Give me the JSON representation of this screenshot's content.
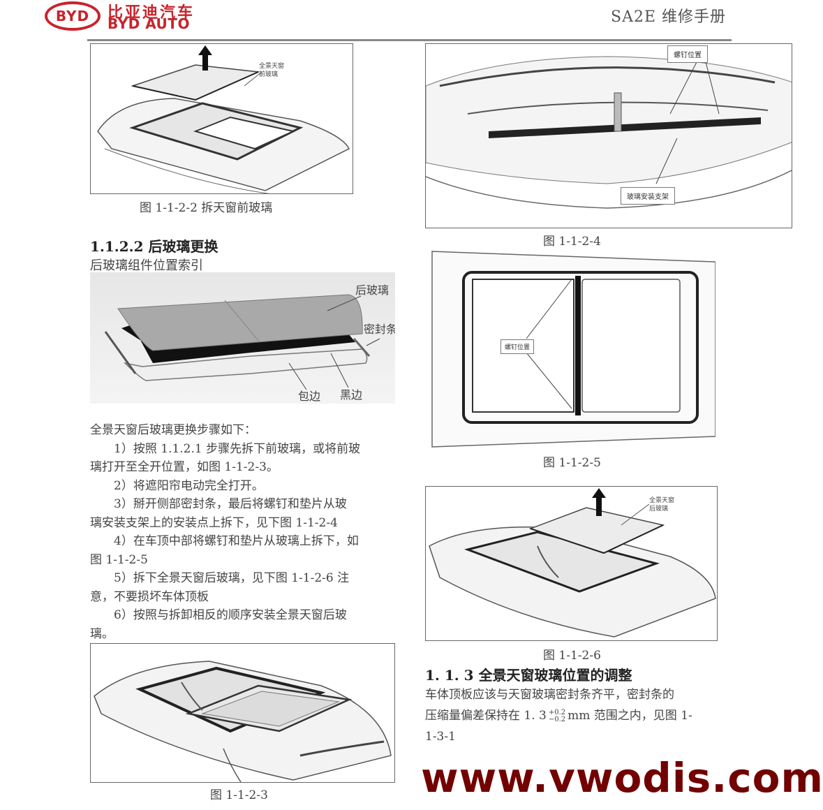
{
  "header": {
    "logo_text": "BYD",
    "brand_cn": "比亚迪汽车",
    "brand_en": "BYD AUTO",
    "manual_title": "SA2E 维修手册",
    "brand_color": "#c8232b"
  },
  "figures": {
    "fig_1_1_2_2": {
      "callout": [
        "全景天窗",
        "前玻璃"
      ],
      "caption": "图 1-1-2-2 拆天窗前玻璃"
    },
    "fig_1_1_2_4": {
      "callout_top": "螺钉位置",
      "callout_bottom": "玻璃安装支架",
      "caption": "图 1-1-2-4"
    },
    "fig_components": {
      "labels": {
        "rear_glass": "后玻璃",
        "seal_strip": "密封条",
        "edge_wrap": "包边",
        "black_edge": "黑边"
      }
    },
    "fig_1_1_2_5": {
      "callout": "螺钉位置",
      "caption": "图 1-1-2-5"
    },
    "fig_1_1_2_6": {
      "callout": [
        "全景天窗",
        "后玻璃"
      ],
      "caption": "图 1-1-2-6"
    },
    "fig_1_1_2_3": {
      "caption": "图 1-1-2-3"
    }
  },
  "section_1_1_2_2": {
    "heading": "1.1.2.2 后玻璃更换",
    "subheading": "后玻璃组件位置索引",
    "intro": "全景天窗后玻璃更换步骤如下：",
    "steps": [
      [
        "1）按照 1.1.2.1 步骤先拆下前玻璃，或将前玻",
        "璃打开至全开位置，如图 1-1-2-3。"
      ],
      [
        "2）将遮阳帘电动完全打开。"
      ],
      [
        "3）掰开侧部密封条，最后将螺钉和垫片从玻",
        "璃安装支架上的安装点上拆下，见下图 1-1-2-4"
      ],
      [
        "4）在车顶中部将螺钉和垫片从玻璃上拆下，如",
        "图 1-1-2-5"
      ],
      [
        "5）拆下全景天窗后玻璃，见下图 1-1-2-6 注",
        "意，不要损坏车体顶板"
      ],
      [
        "6）按照与拆卸相反的顺序安装全景天窗后玻",
        "璃。"
      ]
    ]
  },
  "section_1_1_3": {
    "heading": "1. 1. 3 全景天窗玻璃位置的调整",
    "line1": "车体顶板应该与天窗玻璃密封条齐平，密封条的",
    "line2_prefix": "压缩量偏差保持在 1. 3",
    "tol_plus": "+0.2",
    "tol_minus": "−0.2",
    "line2_suffix": "mm 范围之内，见图 1-",
    "line3": "1-3-1"
  },
  "watermark": {
    "text": "www.vwodis.com",
    "color": "#720000"
  }
}
